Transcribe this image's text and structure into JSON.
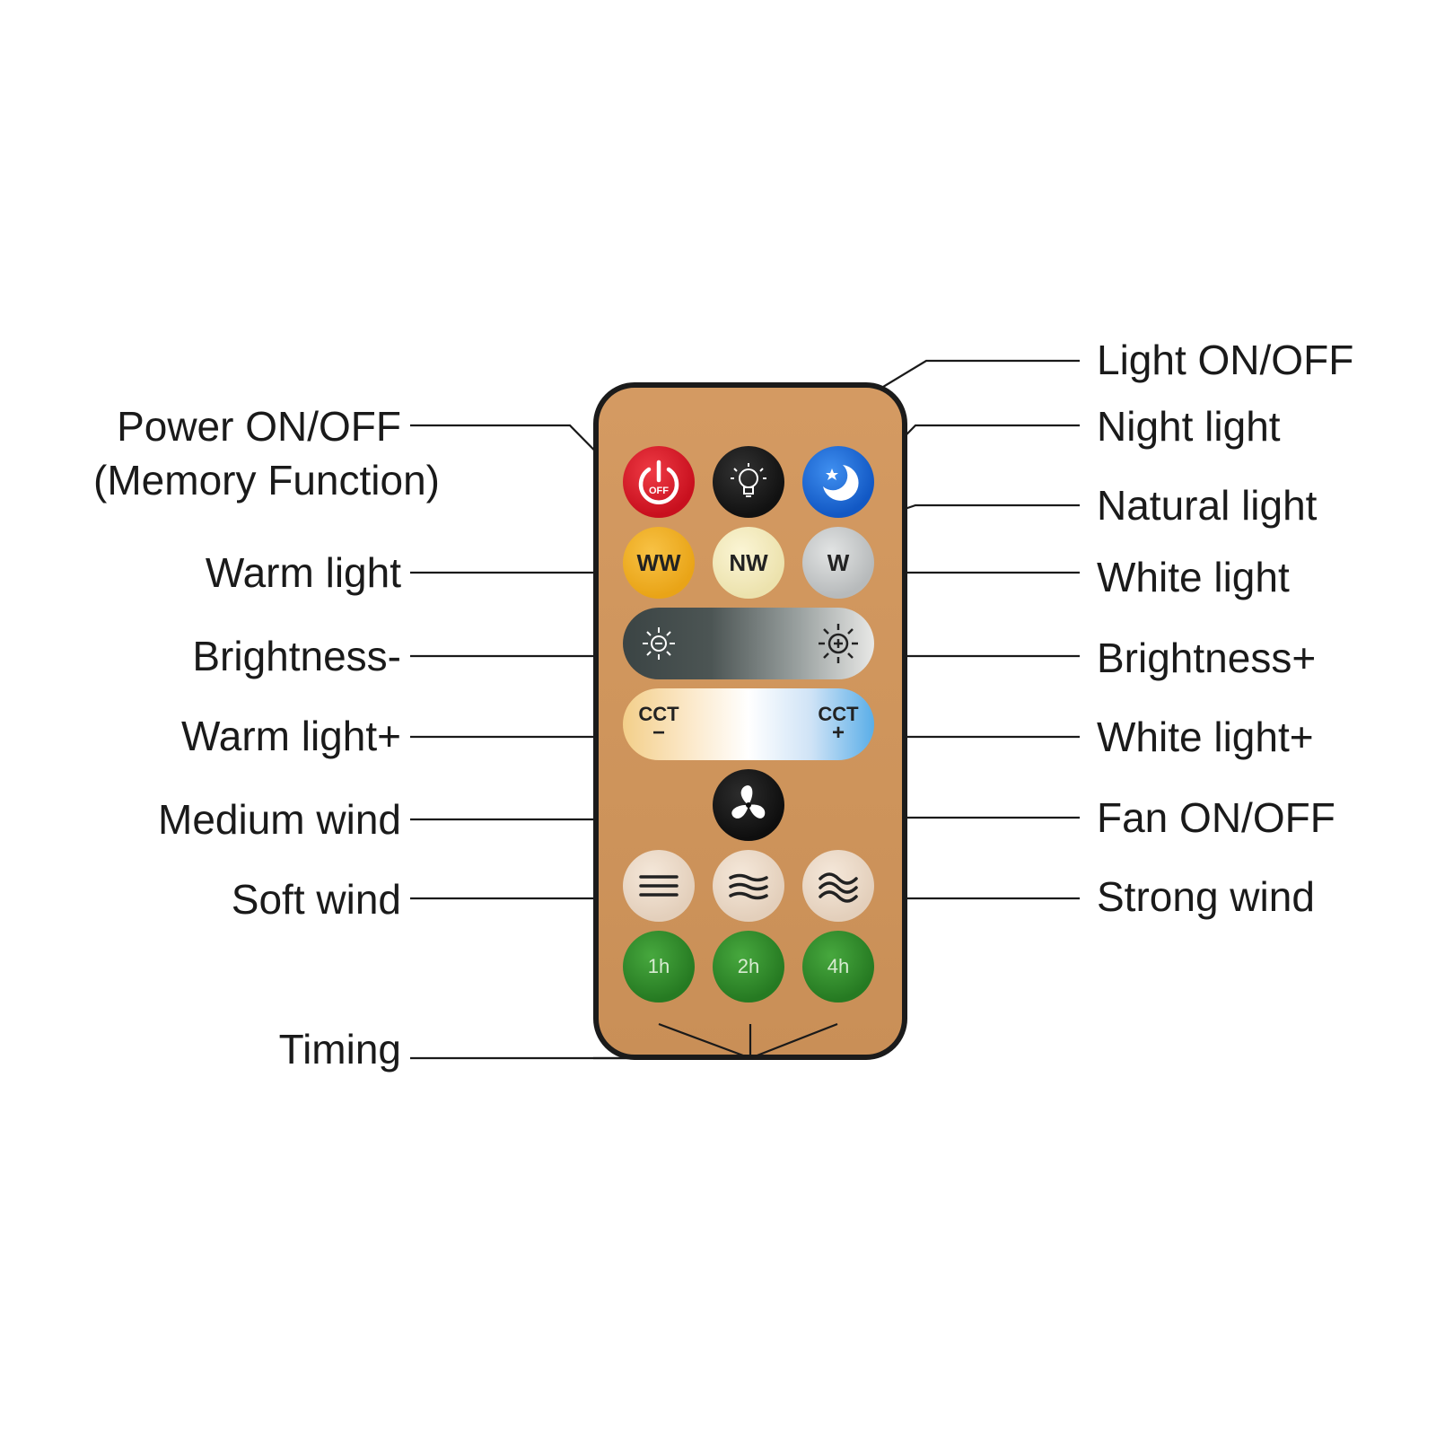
{
  "labels": {
    "power": "Power ON/OFF",
    "memory": "(Memory Function)",
    "warm_light": "Warm light",
    "brightness_minus": "Brightness-",
    "warm_light_plus": "Warm light+",
    "medium_wind": "Medium wind",
    "soft_wind": "Soft wind",
    "timing": "Timing",
    "light_onoff": "Light ON/OFF",
    "night_light": "Night light",
    "natural_light": "Natural light",
    "white_light": "White light",
    "brightness_plus": "Brightness+",
    "white_light_plus": "White light+",
    "fan_onoff": "Fan ON/OFF",
    "strong_wind": "Strong wind"
  },
  "buttons": {
    "power_text": "OFF",
    "ww": "WW",
    "nw": "NW",
    "w": "W",
    "cct": "CCT",
    "cct_minus": "−",
    "cct_plus": "+",
    "t1": "1h",
    "t2": "2h",
    "t4": "4h"
  },
  "colors": {
    "remote_body": "#d49a62",
    "power": "#d81e2c",
    "light": "#1c1c1c",
    "night": "#1f6fd8",
    "warm": "#f2b12a",
    "natural": "#f4ecc0",
    "white": "#c9cccd",
    "timer": "#2f8e2a",
    "wind": "#ecdccb"
  }
}
